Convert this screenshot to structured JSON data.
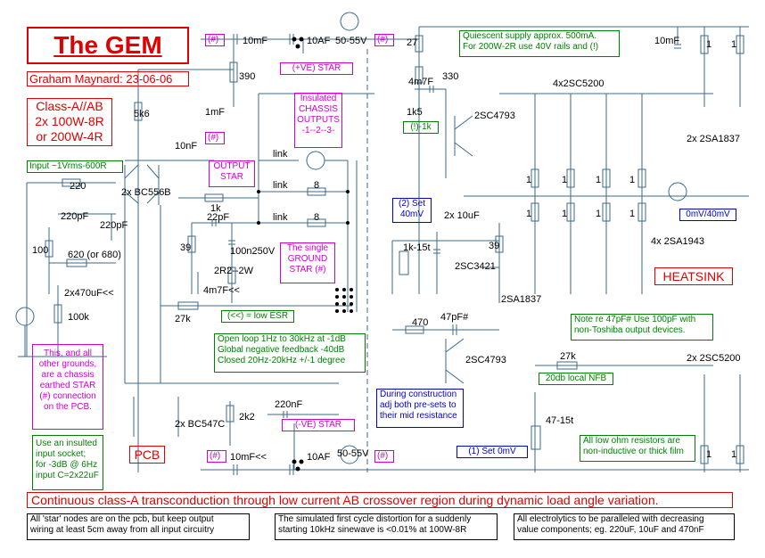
{
  "title": "The GEM",
  "author": "Graham Maynard: 23-06-06",
  "class_lines": [
    "Class-A//AB",
    "2x 100W-8R",
    "or 200W-4R"
  ],
  "input_note": "Input ~1Vrms-600R",
  "star_tag": "(#)",
  "boxes": {
    "quiescent": [
      "Quiescent supply approx. 500mA.",
      "For 200W-2R use 40V rails and (!)"
    ],
    "insulated": [
      "Insulated",
      "CHASSIS",
      "OUTPUTS",
      "-1--2--3-"
    ],
    "output_star": [
      "OUTPUT",
      "STAR"
    ],
    "ground_star": [
      "The single",
      "GROUND",
      "STAR (#)"
    ],
    "low_esr": "(<<) = low ESR",
    "ve_pos_star": "(+VE) STAR",
    "ve_neg_star": "(-VE) STAR",
    "one_k": "(!)-1k",
    "set_40mv": [
      "(2) Set",
      "40mV"
    ],
    "mv_meter": "0mV/40mV",
    "heatsink": "HEATSINK",
    "note_47pf": [
      "Note re 47pF# Use 100pF with",
      "non-Toshiba output devices."
    ],
    "open_loop": [
      "Open loop 1Hz to 30kHz at -1dB",
      "Global negative feedback -40dB",
      "Closed 20Hz-20kHz +/-1 degree"
    ],
    "grounds": [
      "This, and all",
      "other grounds,",
      "are a chassis",
      "earthed STAR",
      "(#) connection",
      "on the PCB."
    ],
    "insulated_socket": [
      "Use an insulted",
      "input socket;",
      "for -3dB @ 6Hz",
      "input C=2x22uF"
    ],
    "pcb": "PCB",
    "construction": [
      "During construction",
      "adj both pre-sets to",
      "their mid resistance"
    ],
    "set_0mv": "(1) Set 0mV",
    "local_nfb": "20db local NFB",
    "low_ohm": [
      "All low ohm resistors are",
      "non-inductive or thick film"
    ]
  },
  "banner": "Continuous class-A transconduction through low current AB crossover region during dynamic load angle variation.",
  "footers": [
    [
      "All 'star' nodes are on the pcb, but keep output",
      "wiring at least 5cm away from all input circuitry"
    ],
    [
      "The simulated first cycle distortion for a suddenly",
      "starting 10kHz sinewave is <0.01% at 100W-8R"
    ],
    [
      "All electrolytics to be paralleled with decreasing",
      "value components; eg. 220uF, 10uF and 470nF"
    ]
  ],
  "labels": {
    "10mF_top": "10mF",
    "10AF_top": "10AF",
    "50_55V_top": "50-55V",
    "390": "390",
    "1mF": "1mF",
    "5k6": "5k6",
    "10nF": "10nF",
    "2x_BC556B": "2x BC556B",
    "220": "220",
    "220pF_a": "220pF",
    "220pF_b": "220pF",
    "100": "100",
    "620": "620 (or 680)",
    "2x470uF": "2x470uF<<",
    "100k": "100k",
    "1k": "1k",
    "22pF": "22pF",
    "39_a": "39",
    "100n250V": "100n250V",
    "2R2_2W": "2R2--2W",
    "4m7F": "4m7F<<",
    "27k_a": "27k",
    "link_a": "link",
    "link_b": "link",
    "link_c": "link",
    "8_a": "8",
    "8_b": "8",
    "27": "27",
    "330": "330",
    "4m7F_b": "4m7F",
    "1k5": "1k5",
    "2SC4793_a": "2SC4793",
    "4x2SC5200": "4x2SC5200",
    "10mF_right": "10mF",
    "1_r1": "1",
    "1_r2": "1",
    "2x_2SA1837": "2x 2SA1837",
    "1_a": "1",
    "1_b": "1",
    "1_c": "1",
    "1_d": "1",
    "1_e": "1",
    "1_f": "1",
    "1_g": "1",
    "1_h": "1",
    "2x_10uF": "2x 10uF",
    "1k_15t": "1k-15t",
    "39_b": "39",
    "2SC3421": "2SC3421",
    "2SA1837": "2SA1837",
    "4x_2SA1943": "4x 2SA1943",
    "470": "470",
    "47pF": "47pF#",
    "2SC4793_b": "2SC4793",
    "27k_b": "27k",
    "2x_2SC5200": "2x 2SC5200",
    "47_15t": "47-15t",
    "1_r3": "1",
    "1_r4": "1",
    "2x_BC547C": "2x BC547C",
    "2k2": "2k2",
    "220nF": "220nF",
    "10mF_bot": "10mF<<",
    "10AF_bot": "10AF",
    "50_55V_bot": "50-55V"
  }
}
